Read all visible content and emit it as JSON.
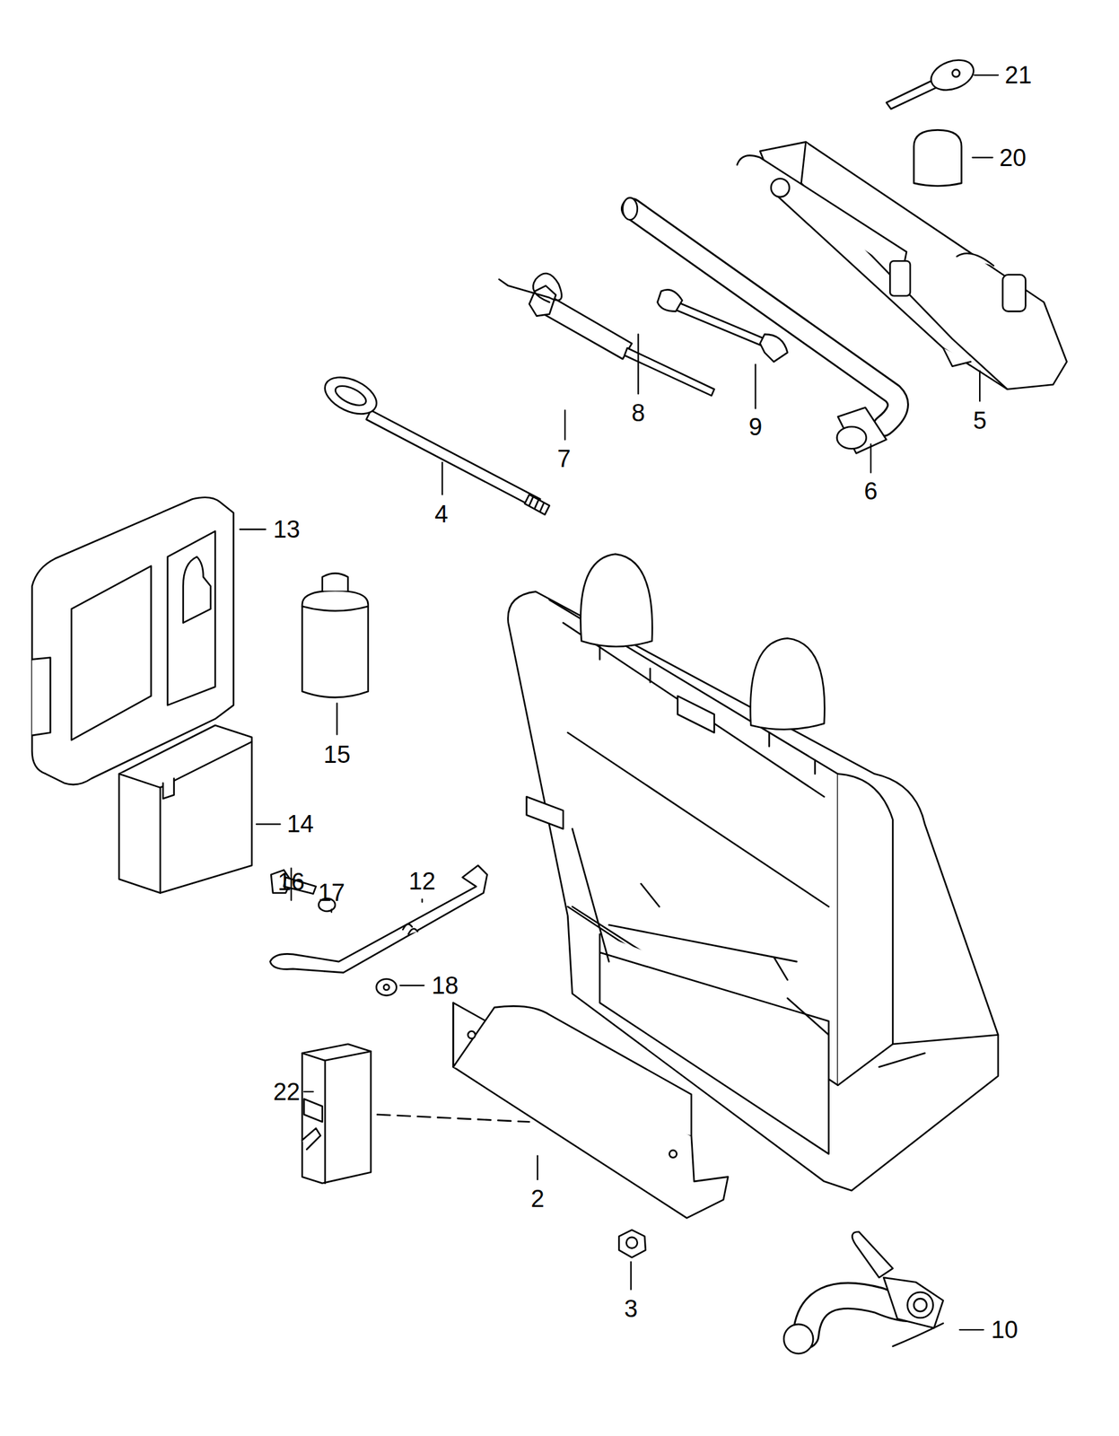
{
  "diagram": {
    "labels": [
      "21",
      "20",
      "5",
      "6",
      "9",
      "8",
      "7",
      "4",
      "13",
      "15",
      "14",
      "16",
      "17",
      "12",
      "18",
      "22",
      "2",
      "3",
      "10"
    ]
  }
}
